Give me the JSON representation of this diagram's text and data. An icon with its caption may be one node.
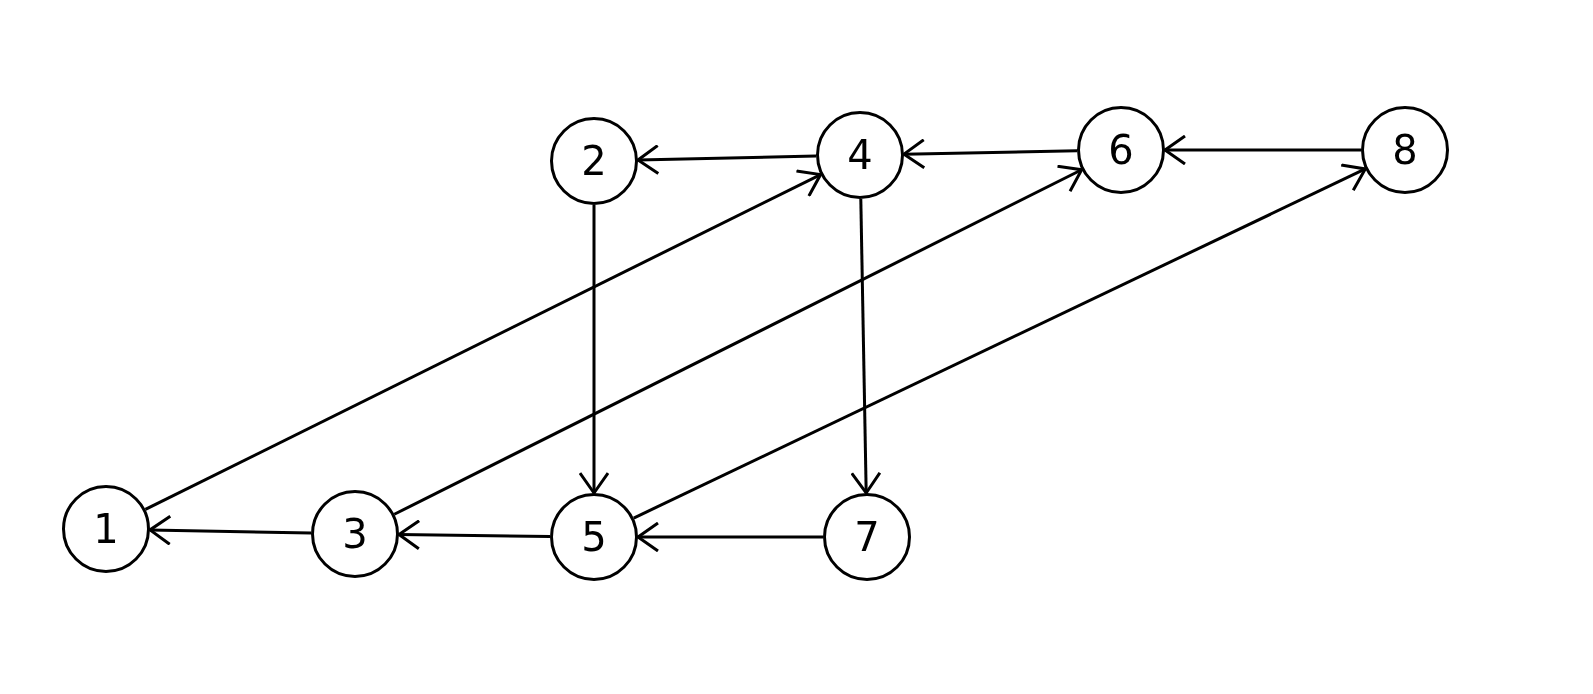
{
  "diagram": {
    "nodes": [
      {
        "text": [
          "2"
        ]
      },
      {
        "text": [
          "4"
        ]
      },
      {
        "text": [
          "6"
        ]
      },
      {
        "text": [
          "8"
        ]
      },
      {
        "text": [
          "1"
        ]
      },
      {
        "text": [
          "3"
        ]
      },
      {
        "text": [
          "5"
        ]
      },
      {
        "text": [
          "7"
        ]
      }
    ],
    "edges": [
      {
        "from": 1,
        "to": 0,
        "arrow": "to"
      },
      {
        "from": 2,
        "to": 1,
        "arrow": "to"
      },
      {
        "from": 3,
        "to": 2,
        "arrow": "to"
      },
      {
        "from": 4,
        "to": 1,
        "arrow": "to"
      },
      {
        "from": 5,
        "to": 2,
        "arrow": "to"
      },
      {
        "from": 6,
        "to": 3,
        "arrow": "to"
      },
      {
        "from": 0,
        "to": 6,
        "arrow": "to"
      },
      {
        "from": 1,
        "to": 7,
        "arrow": "to"
      },
      {
        "from": 5,
        "to": 4,
        "arrow": "to"
      },
      {
        "from": 6,
        "to": 5,
        "arrow": "to"
      },
      {
        "from": 7,
        "to": 6,
        "arrow": "to"
      }
    ]
  }
}
